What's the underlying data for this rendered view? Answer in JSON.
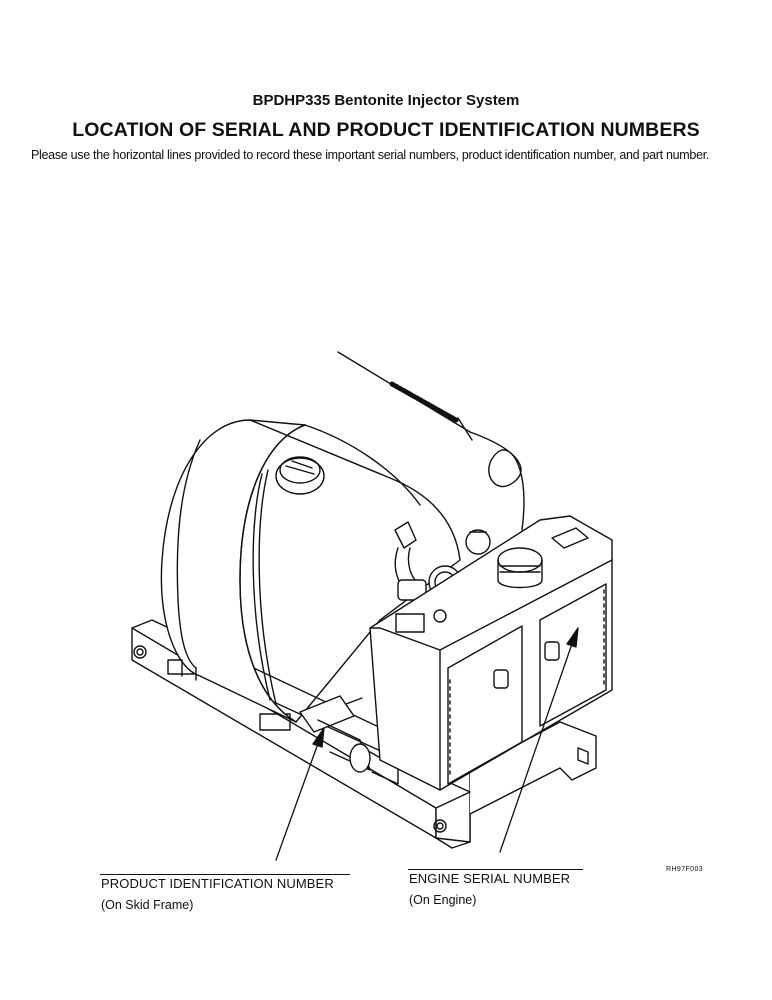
{
  "header": {
    "subtitle": "BPDHP335 Bentonite Injector System",
    "title": "LOCATION OF SERIAL AND PRODUCT IDENTIFICATION NUMBERS",
    "intro": "Please use the horizontal lines provided to record these important serial numbers, product identification number, and part number."
  },
  "figure": {
    "code": "RH97F003",
    "product_id": {
      "label": "PRODUCT IDENTIFICATION NUMBER",
      "location": "(On Skid Frame)"
    },
    "engine_serial": {
      "label": "ENGINE SERIAL NUMBER",
      "location": "(On Engine)"
    }
  }
}
